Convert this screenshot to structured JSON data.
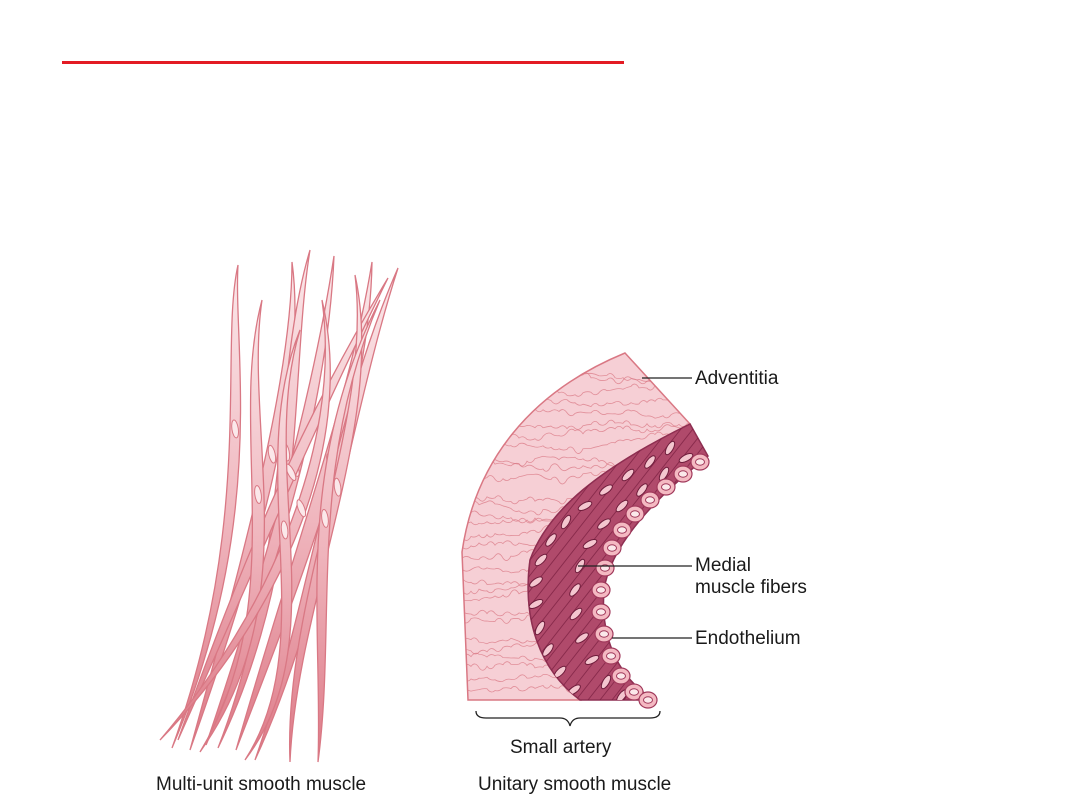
{
  "figure": {
    "accent_rule_color": "#e31b23",
    "palette": {
      "fiber_fill": "#f8d9dc",
      "fiber_stroke": "#d97884",
      "adventitia_fill": "#f6cfd5",
      "media_fill": "#b04a6b",
      "endothelium_fill": "#f4b9c2"
    }
  },
  "panels": {
    "multi_unit": {
      "caption": "Multi-unit smooth muscle"
    },
    "unitary": {
      "caption": "Unitary smooth muscle",
      "bracket_label": "Small artery",
      "labels": {
        "adventitia": "Adventitia",
        "medial_line1": "Medial",
        "medial_line2": "muscle fibers",
        "endothelium": "Endothelium"
      }
    }
  }
}
